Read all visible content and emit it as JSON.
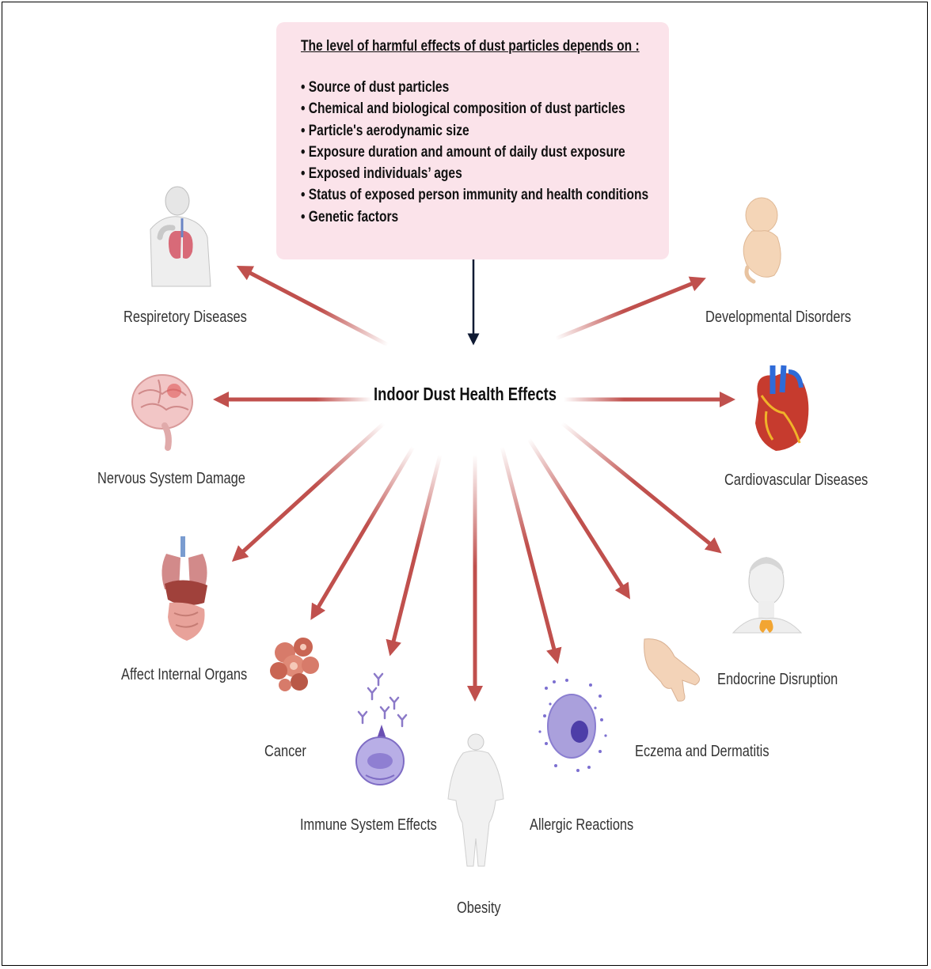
{
  "factors": {
    "title": "The level of harmful effects of dust particles depends on :",
    "items": [
      "• Source of dust particles",
      "• Chemical and biological composition of dust particles",
      "• Particle's aerodynamic size",
      "• Exposure duration and amount of daily dust exposure",
      "• Exposed individuals’ ages",
      "• Status of exposed person immunity and health conditions",
      "• Genetic factors"
    ]
  },
  "center": {
    "title": "Indoor Dust Health Effects"
  },
  "effects": {
    "respiratory": "Respiretory Diseases",
    "nervous": "Nervous System Damage",
    "internal": "Affect Internal Organs",
    "cancer": "Cancer",
    "immune": "Immune System Effects",
    "obesity": "Obesity",
    "allergic": "Allergic Reactions",
    "eczema": "Eczema and Dermatitis",
    "endocrine": "Endocrine Disruption",
    "cardio": "Cardiovascular Diseases",
    "developmental": "Developmental Disorders"
  },
  "colors": {
    "arrow": "#c0504d",
    "box": "#fbe3ea",
    "navy_arrow": "#0f1a33"
  }
}
